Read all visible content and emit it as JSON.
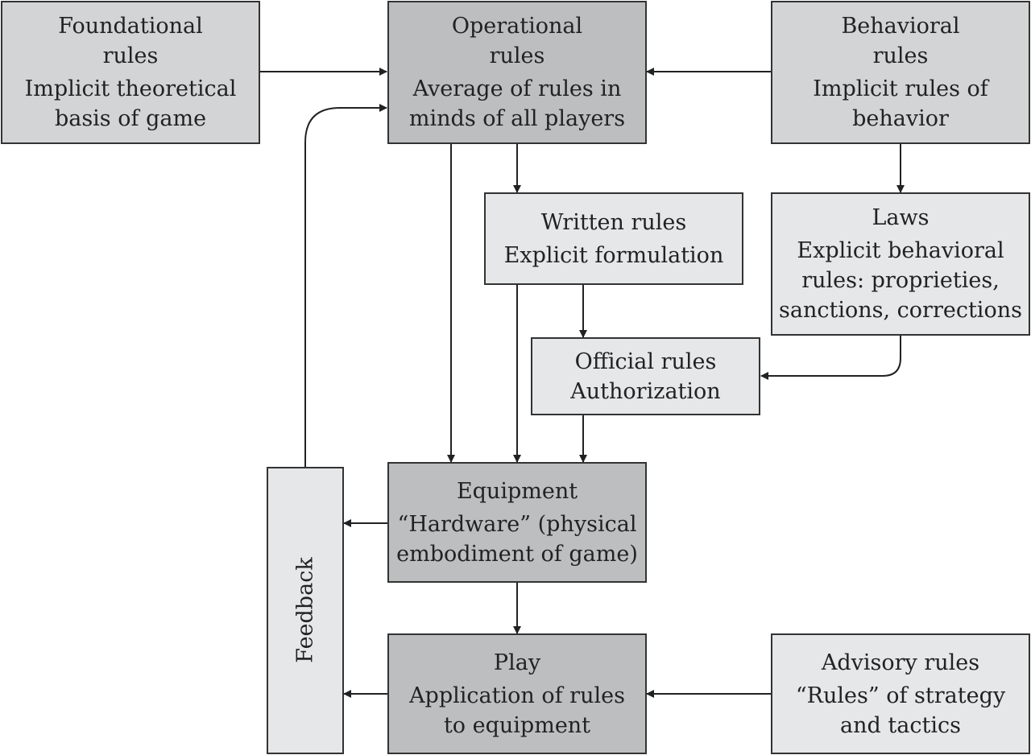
{
  "nodes": {
    "foundational": {
      "title": [
        "Foundational",
        "rules"
      ],
      "desc": [
        "Implicit theoretical",
        "basis of game"
      ]
    },
    "operational": {
      "title": [
        "Operational",
        "rules"
      ],
      "desc": [
        "Average of rules in",
        "minds of all players"
      ]
    },
    "behavioral": {
      "title": [
        "Behavioral",
        "rules"
      ],
      "desc": [
        "Implicit rules of",
        "behavior"
      ]
    },
    "written": {
      "title": [
        "Written rules"
      ],
      "desc": [
        "Explicit formulation"
      ]
    },
    "laws": {
      "title": [
        "Laws"
      ],
      "desc": [
        "Explicit behavioral",
        "rules: proprieties,",
        "sanctions, corrections"
      ]
    },
    "official": {
      "title": [
        "Official rules"
      ],
      "desc": [
        "Authorization"
      ]
    },
    "equipment": {
      "title": [
        "Equipment"
      ],
      "desc": [
        "“Hardware” (physical",
        "embodiment of game)"
      ]
    },
    "play": {
      "title": [
        "Play"
      ],
      "desc": [
        "Application of rules",
        "to equipment"
      ]
    },
    "advisory": {
      "title": [
        "Advisory rules"
      ],
      "desc": [
        "“Rules” of strategy",
        "and tactics"
      ]
    },
    "feedback": {
      "label": "Feedback"
    }
  },
  "edges": [
    {
      "from": "foundational",
      "to": "operational"
    },
    {
      "from": "behavioral",
      "to": "operational"
    },
    {
      "from": "operational",
      "to": "written"
    },
    {
      "from": "operational",
      "to": "equipment"
    },
    {
      "from": "behavioral",
      "to": "laws"
    },
    {
      "from": "written",
      "to": "official"
    },
    {
      "from": "written",
      "to": "equipment"
    },
    {
      "from": "laws",
      "to": "official"
    },
    {
      "from": "official",
      "to": "equipment"
    },
    {
      "from": "equipment",
      "to": "play"
    },
    {
      "from": "equipment",
      "to": "feedback"
    },
    {
      "from": "play",
      "to": "feedback"
    },
    {
      "from": "advisory",
      "to": "play"
    },
    {
      "from": "feedback",
      "to": "operational"
    }
  ],
  "colors": {
    "dark_box": "#bdbec0",
    "mid_box": "#d3d4d6",
    "light_box": "#e6e7e8",
    "line": "#222222"
  }
}
